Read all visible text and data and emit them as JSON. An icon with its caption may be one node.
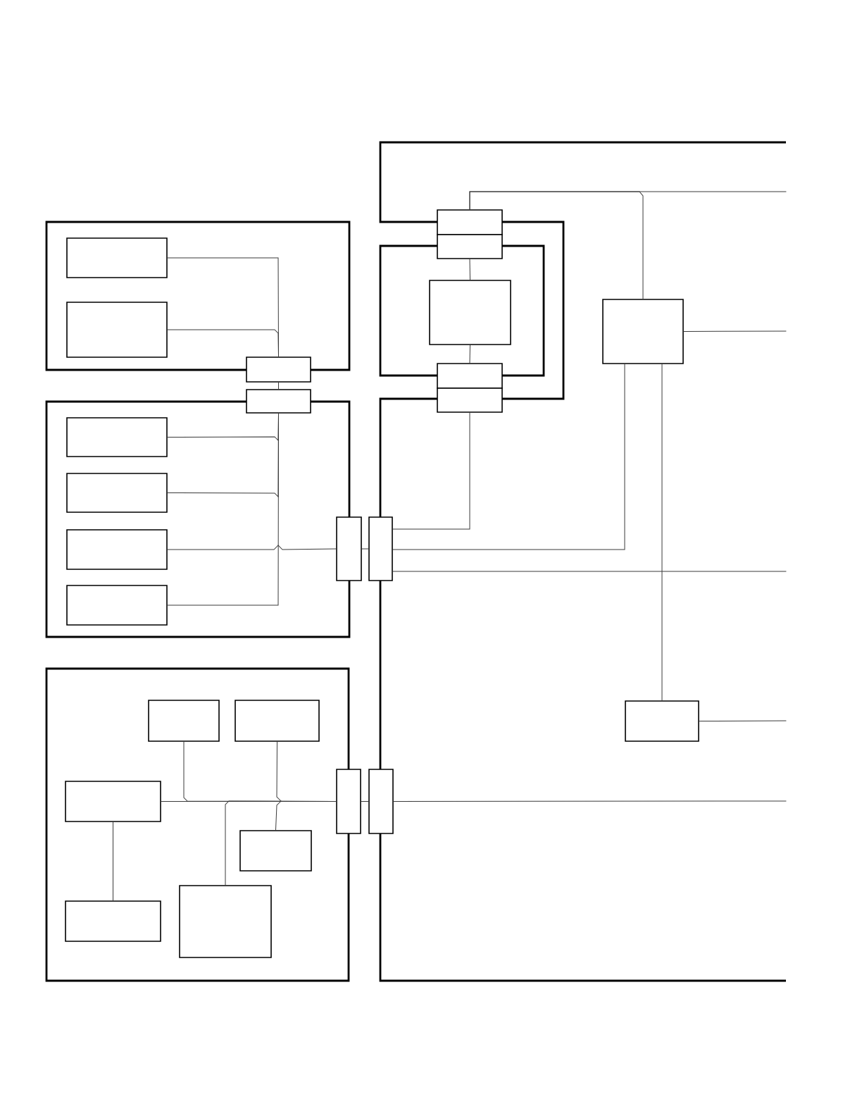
{
  "diagram": {
    "nodes": [
      {
        "text": [],
        "shape": "box"
      },
      {
        "text": [],
        "shape": "box",
        "in": 0
      },
      {
        "text": [],
        "shape": "box",
        "in": 0
      },
      {
        "text": [],
        "shape": "box"
      },
      {
        "text": [],
        "shape": "box"
      },
      {
        "text": [],
        "shape": "box"
      },
      {
        "text": [],
        "shape": "box",
        "in": 5
      },
      {
        "text": [],
        "shape": "box",
        "in": 5
      },
      {
        "text": [],
        "shape": "box",
        "in": 5
      },
      {
        "text": [],
        "shape": "box",
        "in": 5
      },
      {
        "text": [],
        "shape": "box"
      },
      {
        "text": [],
        "shape": "box",
        "in": 10
      },
      {
        "text": [],
        "shape": "box",
        "in": 10
      },
      {
        "text": [],
        "shape": "box",
        "in": 10
      },
      {
        "text": [],
        "shape": "box",
        "in": 10
      },
      {
        "text": [],
        "shape": "box",
        "in": 10
      },
      {
        "text": [],
        "shape": "box",
        "in": 10
      },
      {
        "text": [],
        "shape": "box"
      },
      {
        "text": [],
        "shape": "box"
      },
      {
        "text": [],
        "shape": "box"
      },
      {
        "text": [],
        "shape": "box"
      },
      {
        "text": [],
        "shape": "box"
      },
      {
        "text": [],
        "shape": "box",
        "in": 21
      },
      {
        "text": [],
        "shape": "box",
        "in": 21
      },
      {
        "text": [],
        "shape": "box",
        "in": 21
      },
      {
        "text": [],
        "shape": "box",
        "in": 24
      },
      {
        "text": [],
        "shape": "box",
        "in": 21
      },
      {
        "text": [],
        "shape": "box",
        "in": 21
      },
      {
        "text": [],
        "shape": "box",
        "in": 21
      },
      {
        "text": [],
        "shape": "box",
        "in": 21
      }
    ],
    "edges": [
      {
        "from": 1,
        "to": 3,
        "arrow": "none"
      },
      {
        "from": 2,
        "to": 3,
        "arrow": "none"
      },
      {
        "from": 3,
        "to": 4,
        "arrow": "none"
      },
      {
        "from": 6,
        "to": 4,
        "arrow": "none"
      },
      {
        "from": 7,
        "to": 4,
        "arrow": "none"
      },
      {
        "from": 9,
        "to": 4,
        "arrow": "none"
      },
      {
        "from": 8,
        "to": 17,
        "arrow": "none"
      },
      {
        "from": 17,
        "to": 18,
        "arrow": "none"
      },
      {
        "from": 18,
        "to": 27,
        "arrow": "none"
      },
      {
        "from": 18,
        "to": 28,
        "arrow": "none"
      },
      {
        "from": 18,
        "to": 21,
        "arrow": "none"
      },
      {
        "from": 22,
        "to": 21,
        "arrow": "none"
      },
      {
        "from": 28,
        "to": 22,
        "arrow": "none"
      },
      {
        "from": 28,
        "to": 21,
        "arrow": "none"
      },
      {
        "from": 28,
        "to": 29,
        "arrow": "none"
      },
      {
        "from": 29,
        "to": 21,
        "arrow": "none"
      },
      {
        "from": 23,
        "to": 25,
        "arrow": "none"
      },
      {
        "from": 25,
        "to": 26,
        "arrow": "none"
      },
      {
        "from": 13,
        "to": 19,
        "arrow": "none"
      },
      {
        "from": 11,
        "to": 19,
        "arrow": "none"
      },
      {
        "from": 16,
        "to": 19,
        "arrow": "none"
      },
      {
        "from": 12,
        "to": 14,
        "arrow": "none"
      },
      {
        "from": 13,
        "to": 15,
        "arrow": "none"
      },
      {
        "from": 19,
        "to": 20,
        "arrow": "none"
      },
      {
        "from": 20,
        "to": 21,
        "arrow": "none"
      }
    ]
  }
}
